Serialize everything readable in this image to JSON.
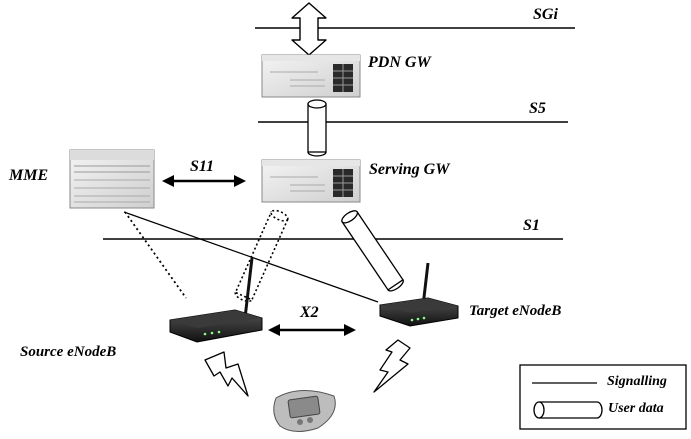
{
  "interfaces": {
    "sgi": "SGi",
    "s5": "S5",
    "s11": "S11",
    "s1": "S1",
    "x2": "X2"
  },
  "nodes": {
    "pdn_gw": "PDN GW",
    "serving_gw": "Serving GW",
    "mme": "MME",
    "source_enodeb": "Source eNodeB",
    "target_enodeb": "Target eNodeB"
  },
  "legend": {
    "signalling": "Signalling",
    "user_data": "User data"
  }
}
